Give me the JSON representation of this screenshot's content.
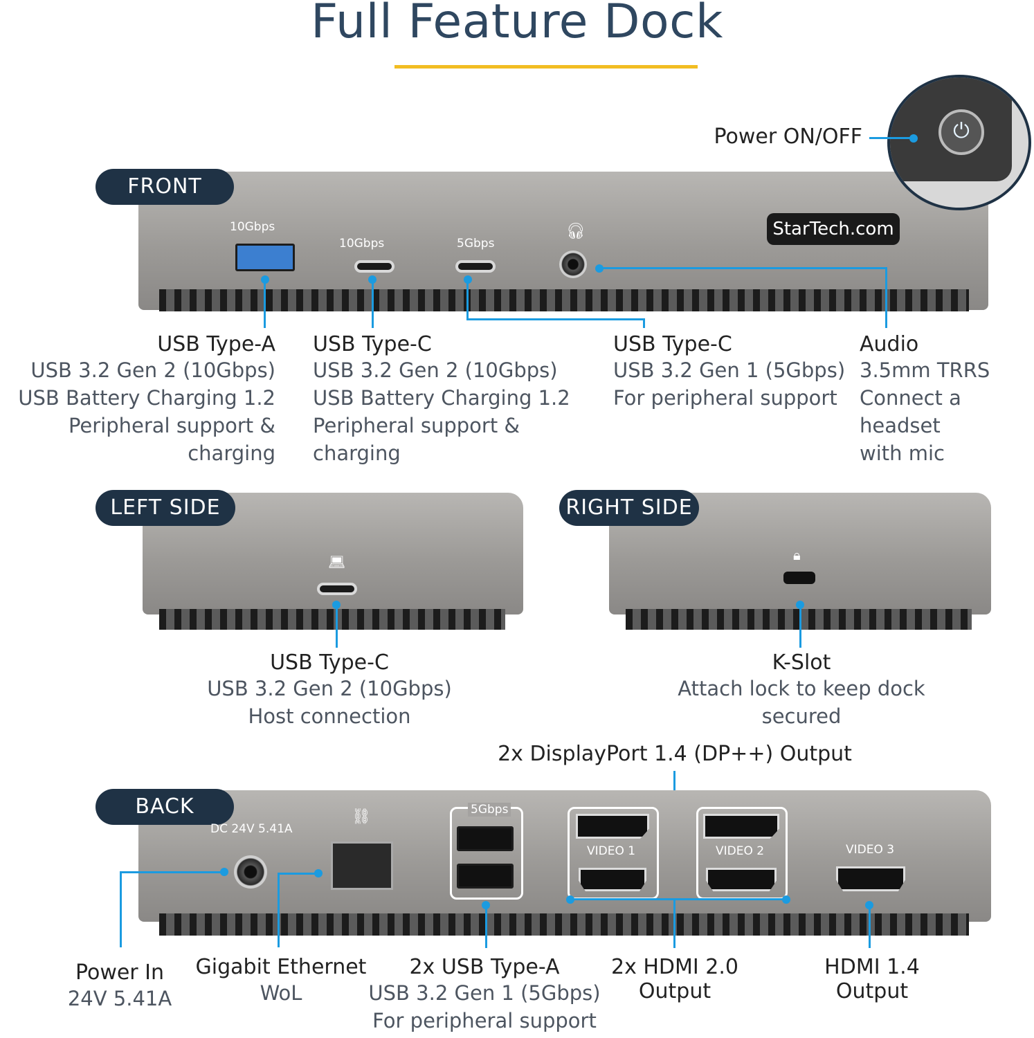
{
  "title": "Full Feature Dock",
  "sections": {
    "front": "FRONT",
    "left": "LEFT SIDE",
    "right": "RIGHT SIDE",
    "back": "BACK"
  },
  "brand": "StarTech.com",
  "power_label": "Power ON/OFF",
  "port_tags": {
    "front_a": "10Gbps",
    "front_c1": "10Gbps",
    "front_c2": "5Gbps",
    "back_dc": "DC 24V 5.41A",
    "back_usb": "5Gbps",
    "video1": "VIDEO 1",
    "video2": "VIDEO 2",
    "video3": "VIDEO 3"
  },
  "front": [
    {
      "title": "USB Type-A",
      "lines": [
        "USB 3.2 Gen 2 (10Gbps)",
        "USB Battery Charging 1.2",
        "Peripheral support & charging"
      ]
    },
    {
      "title": "USB Type-C",
      "lines": [
        "USB 3.2 Gen 2 (10Gbps)",
        "USB Battery Charging 1.2",
        "Peripheral support & charging"
      ]
    },
    {
      "title": "USB Type-C",
      "lines": [
        "USB 3.2 Gen 1 (5Gbps)",
        "For peripheral support"
      ]
    },
    {
      "title": "Audio",
      "lines": [
        "3.5mm TRRS",
        "Connect a headset",
        "with mic"
      ]
    }
  ],
  "left": {
    "title": "USB Type-C",
    "lines": [
      "USB 3.2 Gen 2 (10Gbps)",
      "Host connection"
    ]
  },
  "right": {
    "title": "K-Slot",
    "lines": [
      "Attach lock to keep dock secured"
    ]
  },
  "back": {
    "dp_title": "2x DisplayPort 1.4 (DP++) Output",
    "power": {
      "title": "Power In",
      "lines": [
        "24V 5.41A"
      ]
    },
    "ethernet": {
      "title": "Gigabit Ethernet",
      "lines": [
        "WoL"
      ]
    },
    "usb": {
      "title": "2x USB Type-A",
      "lines": [
        "USB 3.2 Gen 1 (5Gbps)",
        "For peripheral support"
      ]
    },
    "hdmi20": {
      "title": "2x HDMI 2.0",
      "lines": [
        "Output"
      ]
    },
    "hdmi14": {
      "title": "HDMI 1.4",
      "lines": [
        "Output"
      ]
    }
  },
  "colors": {
    "accent": "#1b9be0",
    "navy": "#1f3245",
    "underline": "#f2bd22"
  }
}
